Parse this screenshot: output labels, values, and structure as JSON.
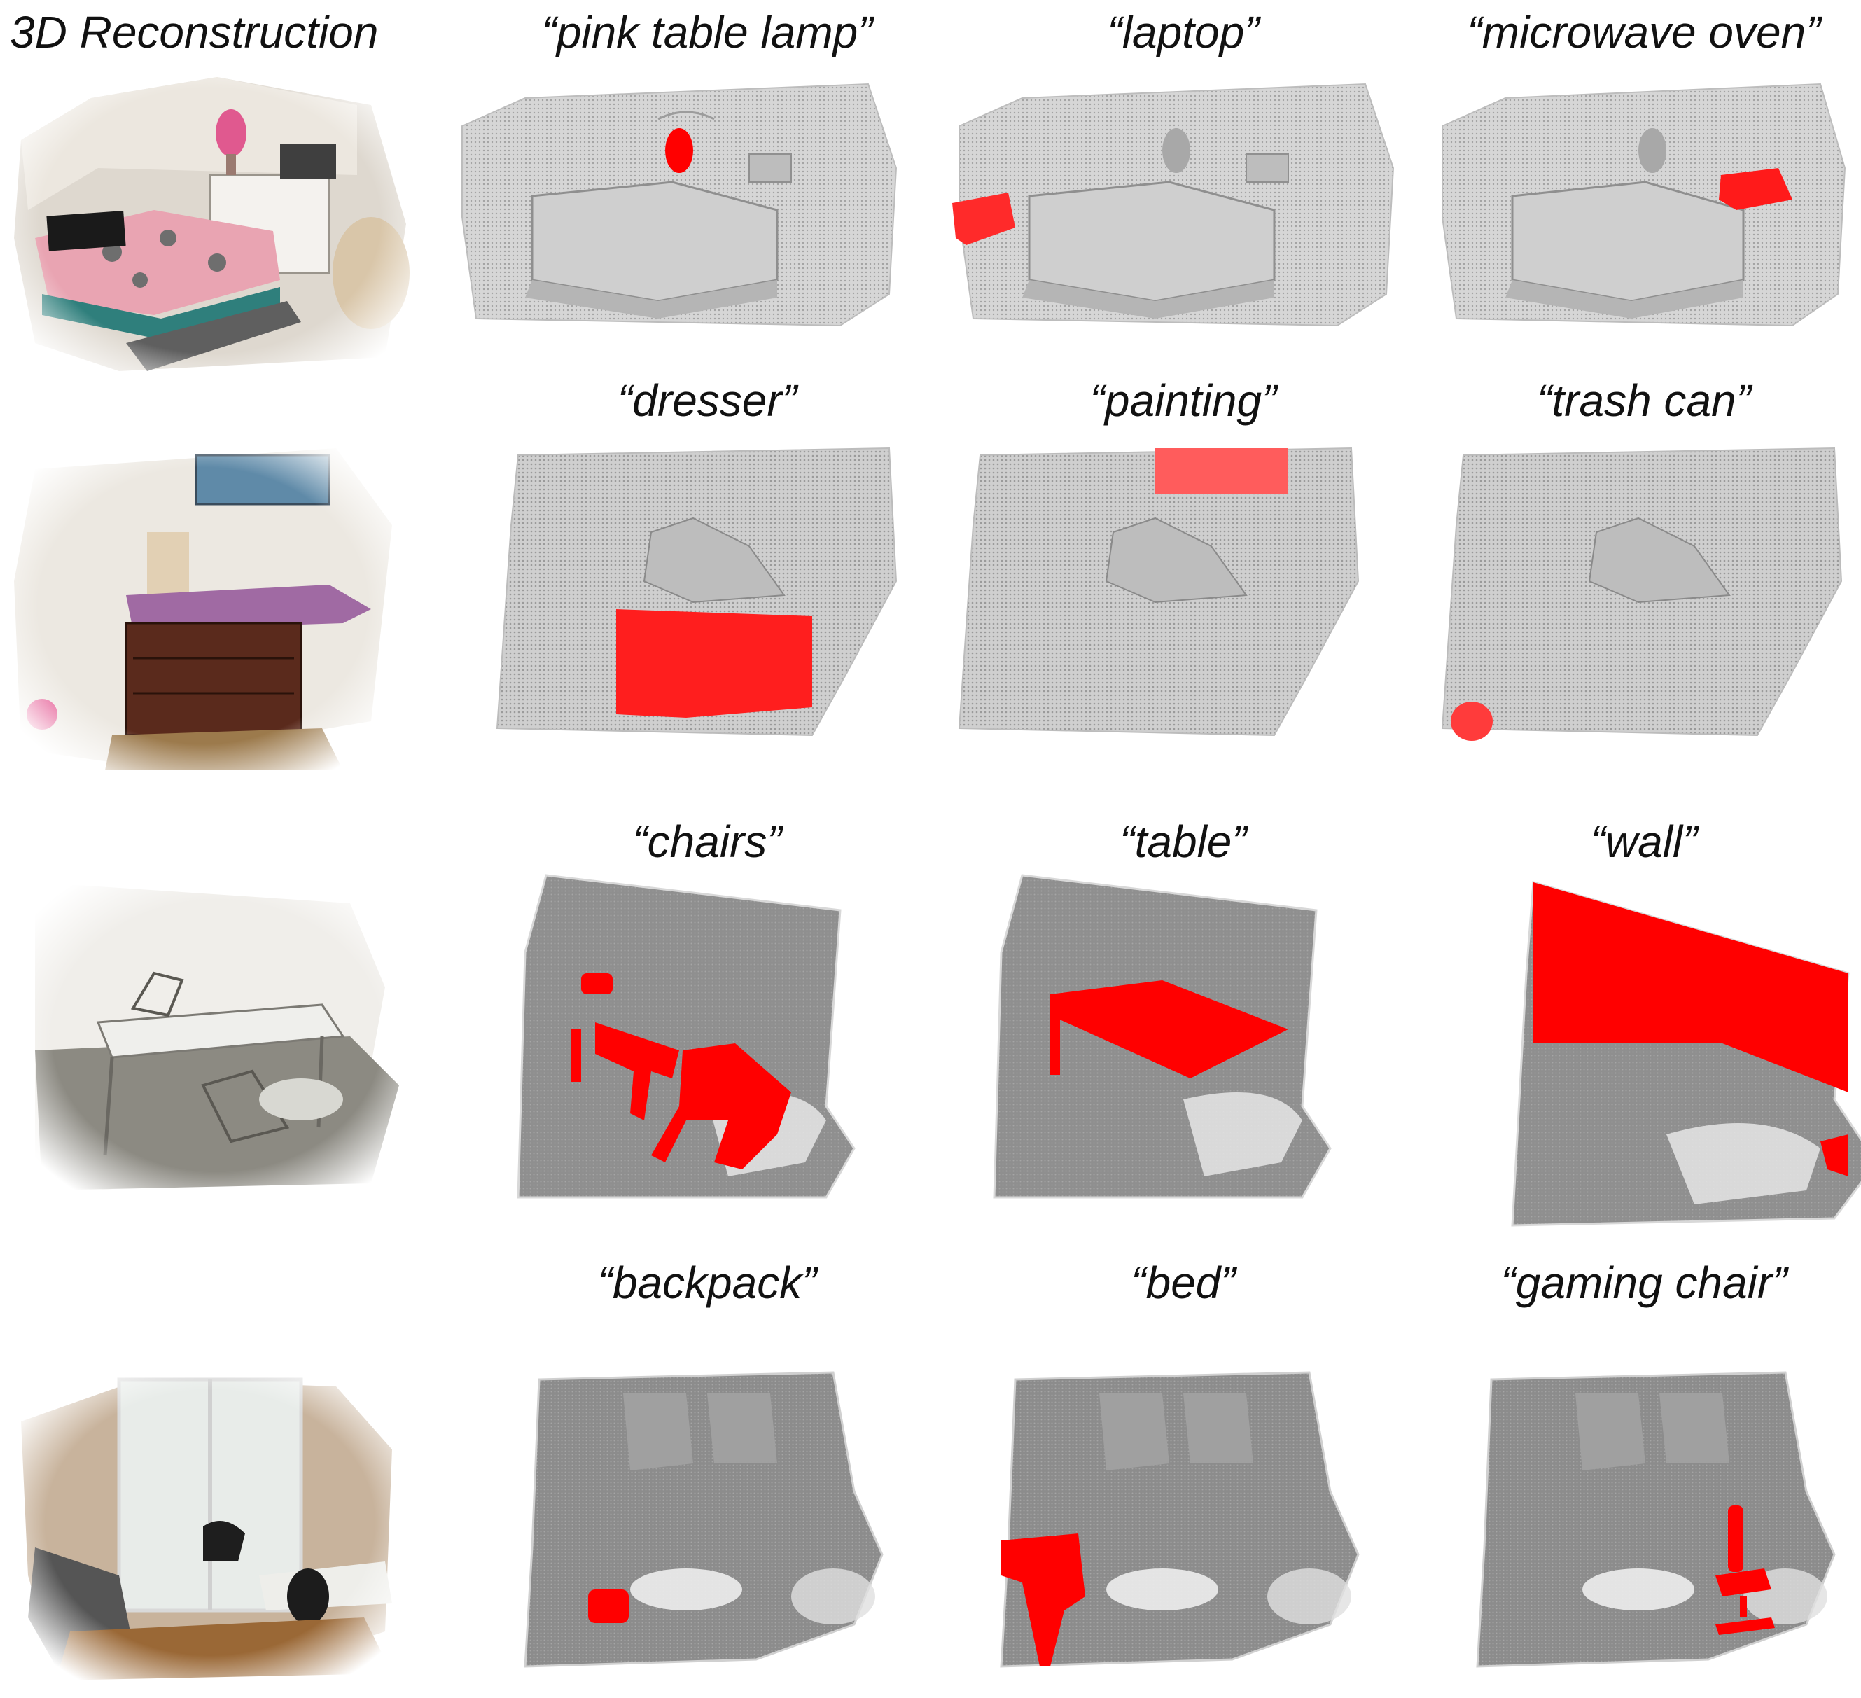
{
  "header": {
    "title": "3D Reconstruction"
  },
  "colors": {
    "highlight": "#ff0000",
    "point_cloud_light": "#c4c4c4",
    "point_cloud_dark": "#8e8e8e",
    "text": "#111111"
  },
  "rows": [
    {
      "queries": [
        "“pink table lamp”",
        "“laptop”",
        "“microwave oven”"
      ]
    },
    {
      "queries": [
        "“dresser”",
        "“painting”",
        "“trash can”"
      ]
    },
    {
      "queries": [
        "“chairs”",
        "“table”",
        "“wall”"
      ]
    },
    {
      "queries": [
        "“backpack”",
        "“bed”",
        "“gaming chair”"
      ]
    }
  ]
}
